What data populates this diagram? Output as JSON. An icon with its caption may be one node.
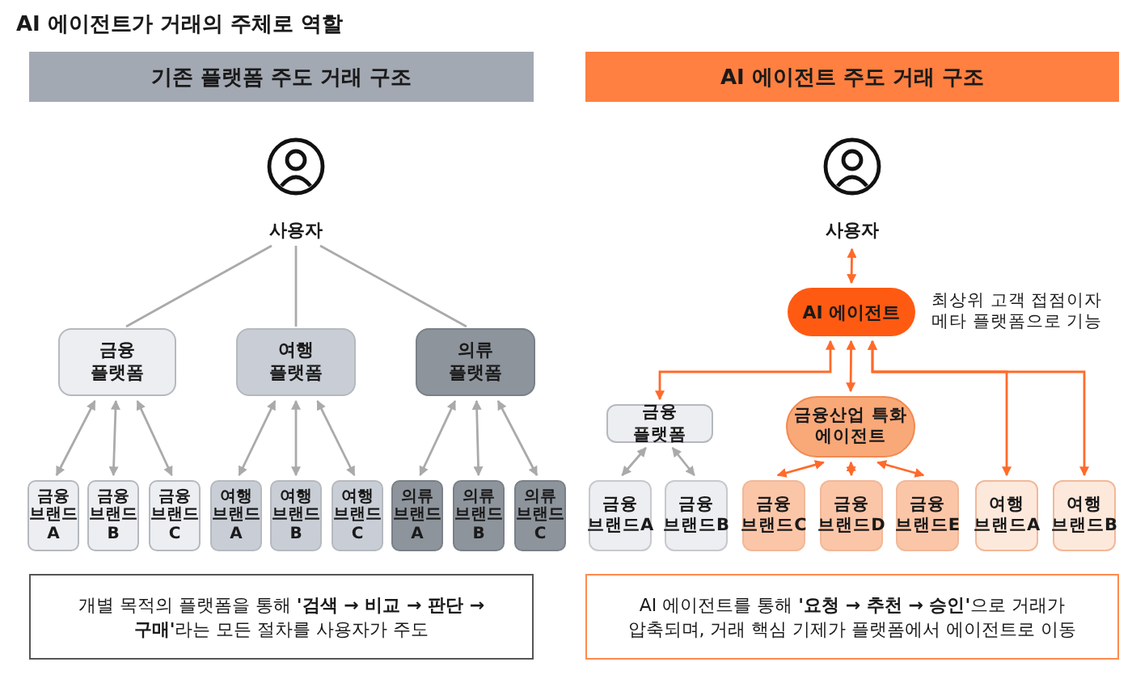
{
  "diagram": {
    "title": "AI 에이전트가 거래의 주체로 역할",
    "nodes": [
      {
        "text": [
          "기존 플랫폼 주도 거래 구조"
        ]
      },
      {
        "text": [
          "AI 에이전트 주도 거래 구조"
        ]
      },
      {
        "text": [
          "사용자"
        ]
      },
      {
        "text": [
          "금융 플랫폼"
        ]
      },
      {
        "text": [
          "여행 플랫폼"
        ]
      },
      {
        "text": [
          "의류 플랫폼"
        ]
      },
      {
        "text": [
          "금융 브랜드 A"
        ]
      },
      {
        "text": [
          "금융 브랜드 B"
        ]
      },
      {
        "text": [
          "금융 브랜드 C"
        ]
      },
      {
        "text": [
          "여행 브랜드 A"
        ]
      },
      {
        "text": [
          "여행 브랜드 B"
        ]
      },
      {
        "text": [
          "여행 브랜드 C"
        ]
      },
      {
        "text": [
          "의류 브랜드 A"
        ]
      },
      {
        "text": [
          "의류 브랜드 B"
        ]
      },
      {
        "text": [
          "의류 브랜드 C"
        ]
      },
      {
        "text": [
          "개별 목적의 플랫폼을 통해 **'검색 → 비교 → 판단 → 구매'**라는 모든 절차를 사용자가 주도"
        ]
      },
      {
        "text": [
          "사용자"
        ]
      },
      {
        "text": [
          "AI 에이전트"
        ],
        "beside": [
          "최상위 고객 접점이자 메타 플랫폼으로 기능"
        ]
      },
      {
        "text": [
          "금융 플랫폼"
        ]
      },
      {
        "text": [
          "금융산업 특화 에이전트"
        ]
      },
      {
        "text": [
          "금융 브랜드A"
        ]
      },
      {
        "text": [
          "금융 브랜드B"
        ]
      },
      {
        "text": [
          "금융 브랜드C"
        ]
      },
      {
        "text": [
          "금융 브랜드D"
        ]
      },
      {
        "text": [
          "금융 브랜드E"
        ]
      },
      {
        "text": [
          "여행 브랜드A"
        ]
      },
      {
        "text": [
          "여행 브랜드B"
        ]
      },
      {
        "text": [
          "AI 에이전트를 통해 **'요청 → 추천 → 승인'**으로 거래가 압축되며, 거래 핵심 기제가 플랫폼에서 에이전트로 이동"
        ]
      }
    ],
    "edges": [
      {
        "from": 2,
        "to": 3,
        "arrow": "none"
      },
      {
        "from": 2,
        "to": 4,
        "arrow": "none"
      },
      {
        "from": 2,
        "to": 5,
        "arrow": "none"
      },
      {
        "from": 3,
        "to": 6,
        "arrow": "both"
      },
      {
        "from": 3,
        "to": 7,
        "arrow": "both"
      },
      {
        "from": 3,
        "to": 8,
        "arrow": "both"
      },
      {
        "from": 4,
        "to": 9,
        "arrow": "both"
      },
      {
        "from": 4,
        "to": 10,
        "arrow": "both"
      },
      {
        "from": 4,
        "to": 11,
        "arrow": "both"
      },
      {
        "from": 5,
        "to": 12,
        "arrow": "both"
      },
      {
        "from": 5,
        "to": 13,
        "arrow": "both"
      },
      {
        "from": 5,
        "to": 14,
        "arrow": "both"
      },
      {
        "from": 16,
        "to": 17,
        "arrow": "both",
        "color": "#ff6a2a"
      },
      {
        "from": 17,
        "to": 18,
        "arrow": "both",
        "color": "#ff6a2a"
      },
      {
        "from": 17,
        "to": 19,
        "arrow": "both",
        "color": "#ff6a2a"
      },
      {
        "from": 17,
        "to": 25,
        "arrow": "both",
        "color": "#ff6a2a"
      },
      {
        "from": 17,
        "to": 26,
        "arrow": "both",
        "color": "#ff6a2a"
      },
      {
        "from": 18,
        "to": 20,
        "arrow": "both"
      },
      {
        "from": 18,
        "to": 21,
        "arrow": "both"
      },
      {
        "from": 19,
        "to": 22,
        "arrow": "both",
        "color": "#ff6a2a"
      },
      {
        "from": 19,
        "to": 23,
        "arrow": "both",
        "color": "#ff6a2a"
      },
      {
        "from": 19,
        "to": 24,
        "arrow": "both",
        "color": "#ff6a2a"
      }
    ]
  }
}
